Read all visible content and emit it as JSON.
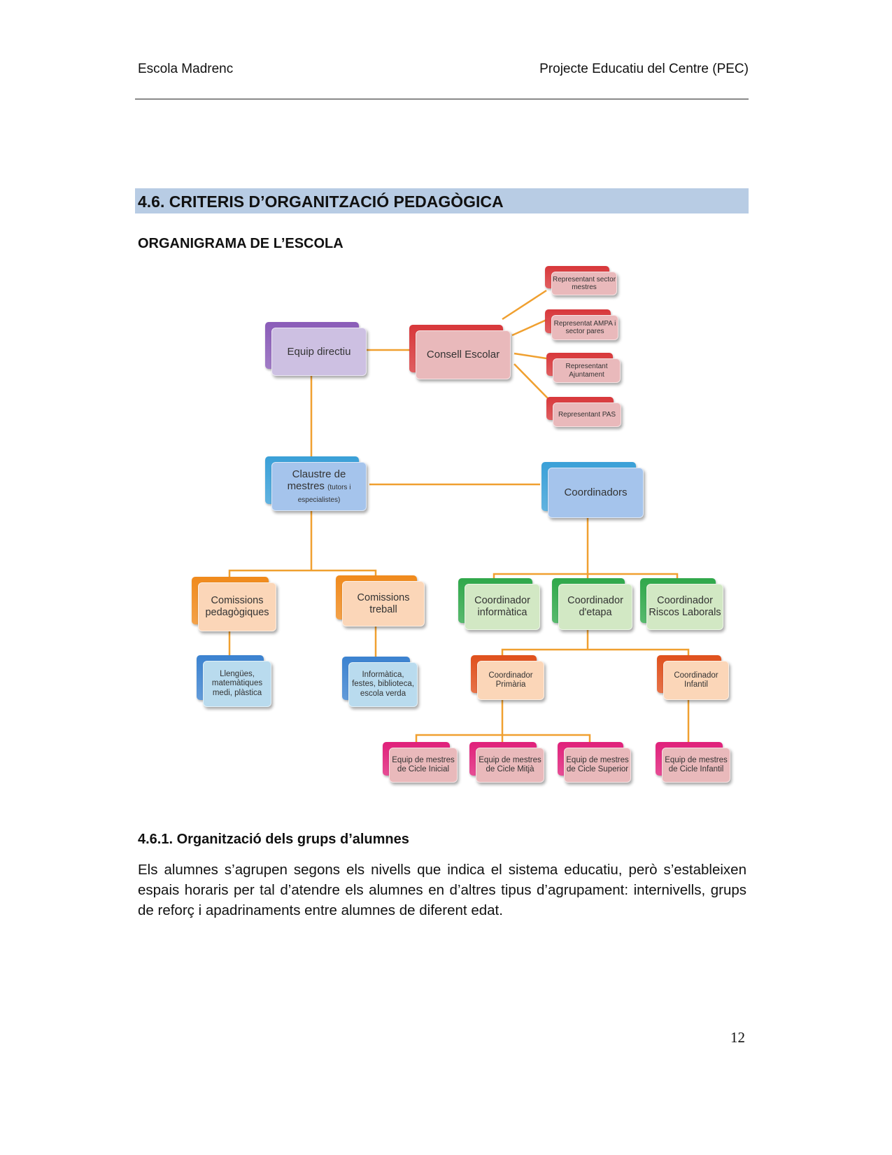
{
  "header": {
    "left": "Escola Madrenc",
    "right": "Projecte Educatiu del Centre (PEC)"
  },
  "section_title": "4.6. CRITERIS D’ORGANITZACIÓ PEDAGÒGICA",
  "org_heading": "ORGANIGRAMA DE L’ESCOLA",
  "orgchart": {
    "equip_directiu": "Equip directiu",
    "consell_escolar": "Consell Escolar",
    "rep_mestres": "Representant sector mestres",
    "rep_ampa": "Representat AMPA i sector pares",
    "rep_ajuntament": "Representant Ajuntament",
    "rep_pas": "Representant PAS",
    "claustre": "Claustre de mestres",
    "claustre_note": "(tutors i especialistes)",
    "coordinadors": "Coordinadors",
    "com_pedagogiques": "Comissions pedagògiques",
    "com_treball": "Comissions treball",
    "coord_informatica": "Coordinador informàtica",
    "coord_etapa": "Coordinador d'etapa",
    "coord_riscos": "Coordinador Riscos Laborals",
    "llengues": "Llengües, matemàtiques medi, plàstica",
    "informatica": "Informàtica, festes, biblioteca, escola verda",
    "coord_primaria": "Coordinador Primària",
    "coord_infantil": "Coordinador Infantil",
    "cicle_inicial": "Equip de mestres de Cicle Inicial",
    "cicle_mitja": "Equip de mestres de Cicle Mitjà",
    "cicle_superior": "Equip de mestres de Cicle Superior",
    "cicle_infantil": "Equip de mestres de Cicle Infantil"
  },
  "subsection_title": "4.6.1. Organització dels grups d’alumnes",
  "paragraph": "Els alumnes s’agrupen segons els nivells que indica el sistema educatiu, però s’estableixen espais horaris per tal d’atendre els alumnes en d’altres tipus d’agrupament: internivells, grups de reforç i apadrinaments entre alumnes de diferent edat.",
  "page_number": "12",
  "colors": {
    "connector": "#f0a030",
    "section_bg": "#b8cce4"
  }
}
